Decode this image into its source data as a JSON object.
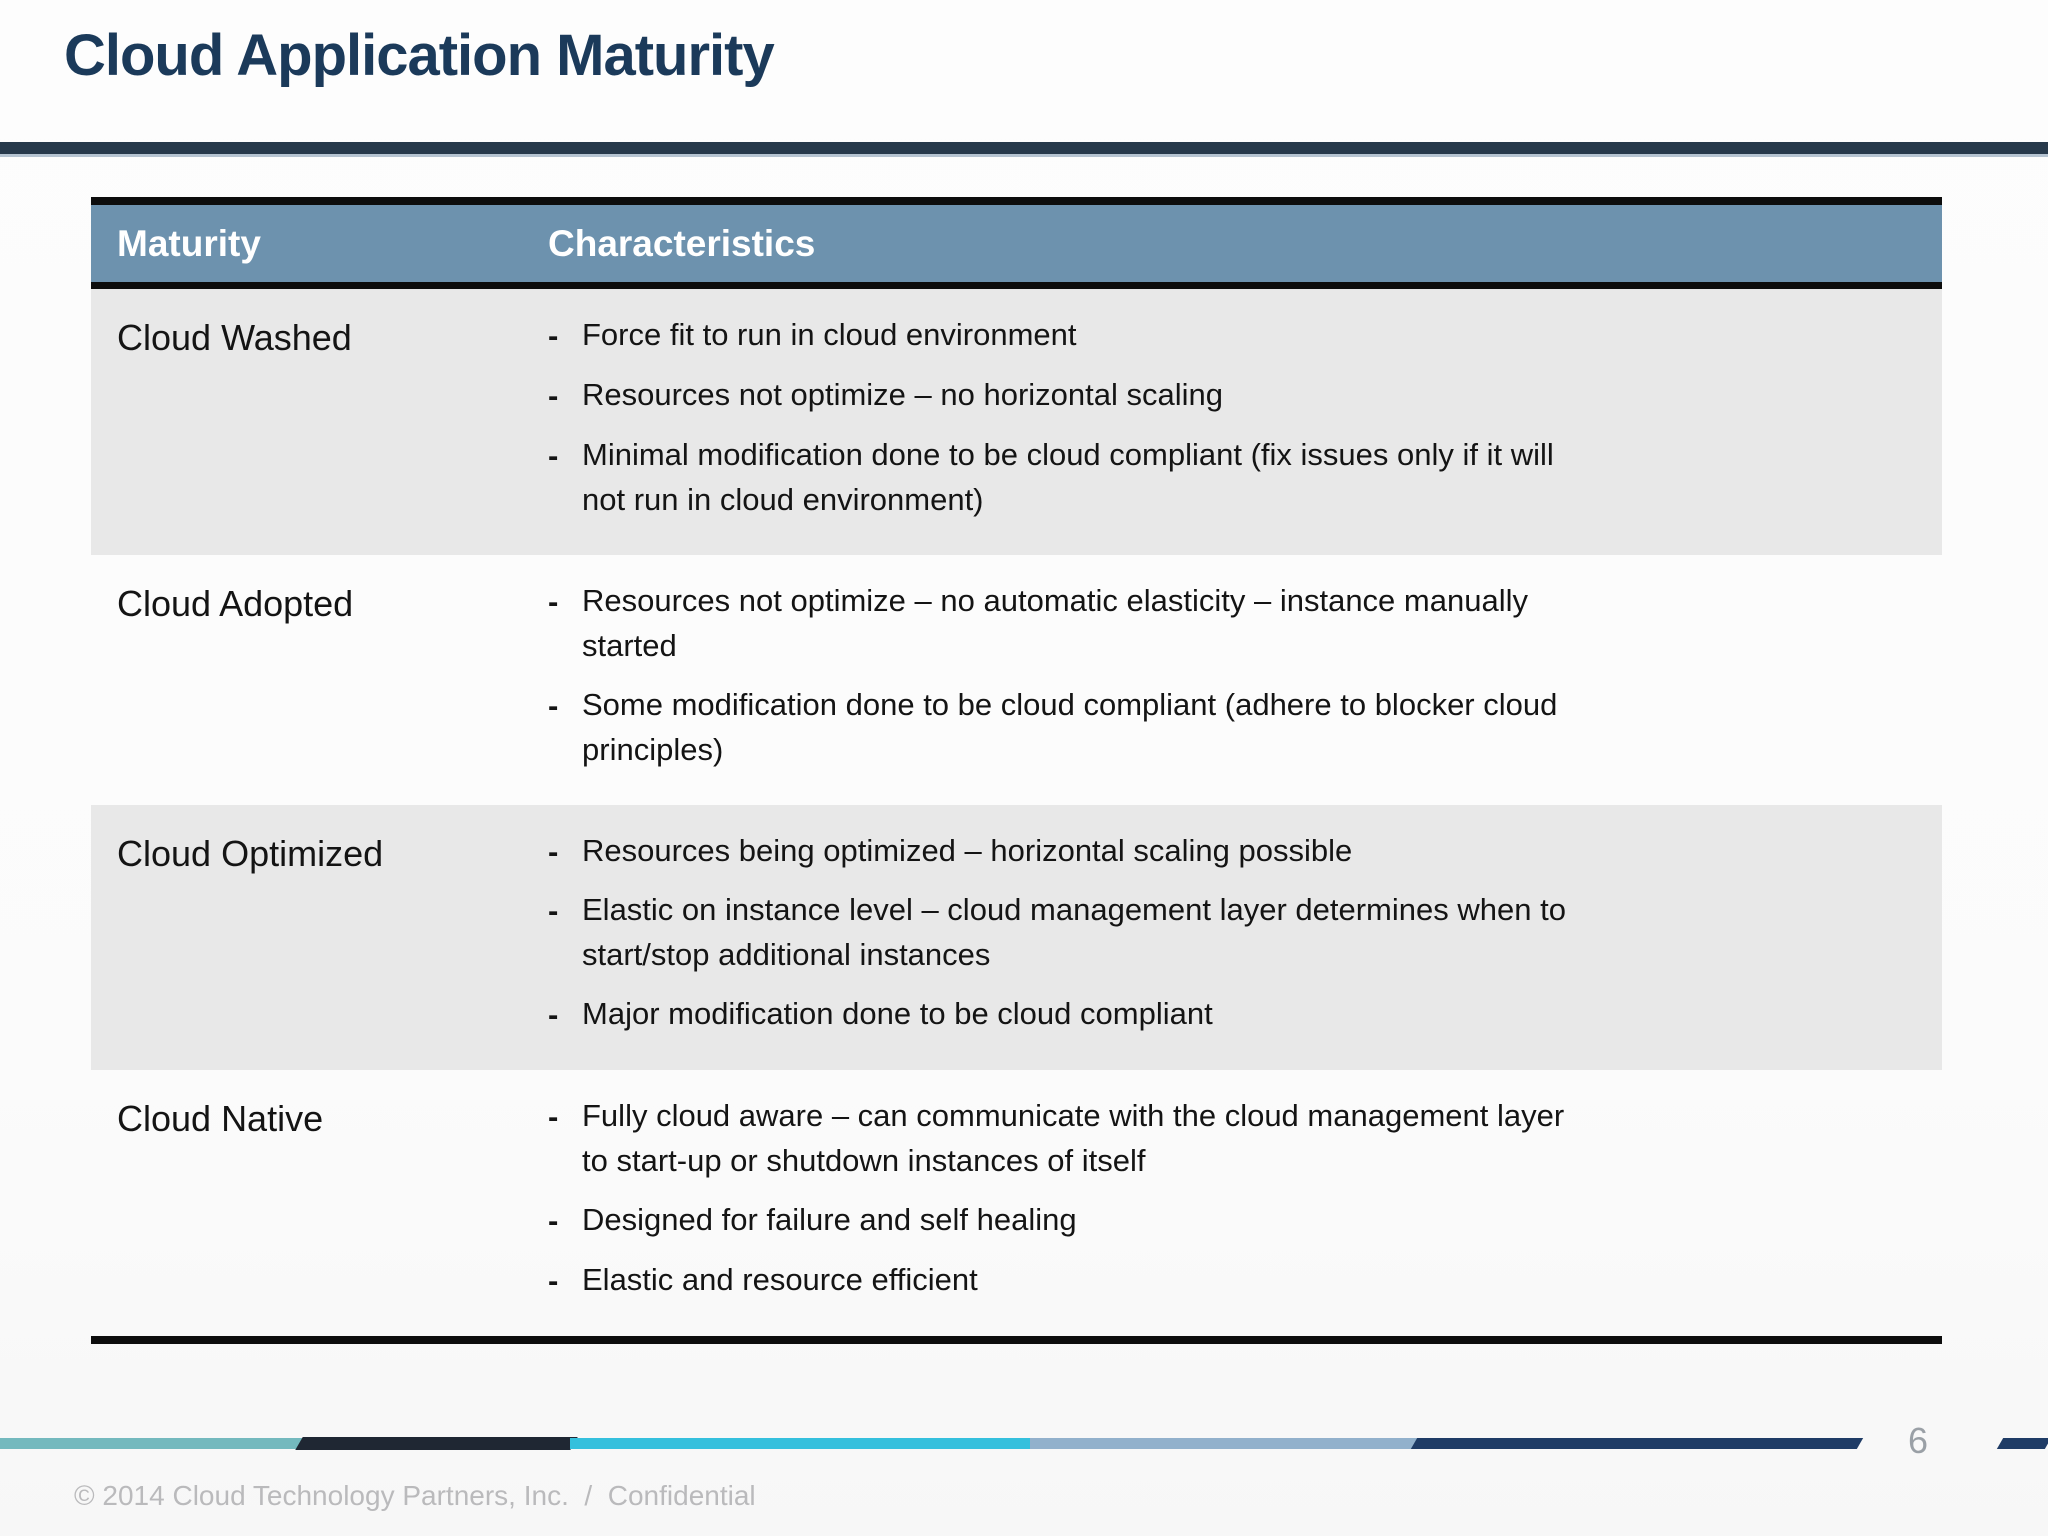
{
  "slide": {
    "title": "Cloud Application Maturity",
    "page_number": "6",
    "footer_text": "© 2014 Cloud Technology Partners, Inc.  /  Confidential"
  },
  "table": {
    "bullet_marker": "-",
    "headers": [
      "Maturity",
      "Characteristics"
    ],
    "rows": [
      {
        "maturity": "Cloud Washed",
        "characteristics": [
          "Force fit to run in cloud environment",
          "Resources not optimize – no horizontal scaling",
          "Minimal modification done to be cloud compliant (fix issues only if it will\nnot run in cloud environment)"
        ]
      },
      {
        "maturity": "Cloud Adopted",
        "characteristics": [
          "Resources not optimize – no automatic elasticity – instance manually\nstarted",
          "Some modification done to be cloud compliant (adhere to blocker cloud\nprinciples)"
        ]
      },
      {
        "maturity": "Cloud Optimized",
        "characteristics": [
          "Resources being optimized – horizontal scaling possible",
          "Elastic on instance level – cloud management layer determines when to\nstart/stop additional instances",
          "Major modification done to be cloud compliant"
        ]
      },
      {
        "maturity": "Cloud Native",
        "characteristics": [
          "Fully cloud aware – can communicate with the cloud management layer\nto start-up or shutdown instances of itself",
          "Designed for failure and self healing",
          "Elastic and resource efficient"
        ]
      }
    ]
  },
  "colors": {
    "title": "#1b3a5a",
    "title_rule": "#27394b",
    "header_bg": "#6d92ae",
    "header_text": "#ffffff",
    "row_alt_bg": "#e8e8e8",
    "table_border": "#0d0d0d",
    "body_text": "#141414",
    "footer_text": "#bababc",
    "page_number": "#9aa0a6",
    "stripe_segments": [
      "#74b9be",
      "#1f2733",
      "#35c0dd",
      "#92b1cc",
      "#1f3c66",
      "#1f3c66"
    ]
  }
}
